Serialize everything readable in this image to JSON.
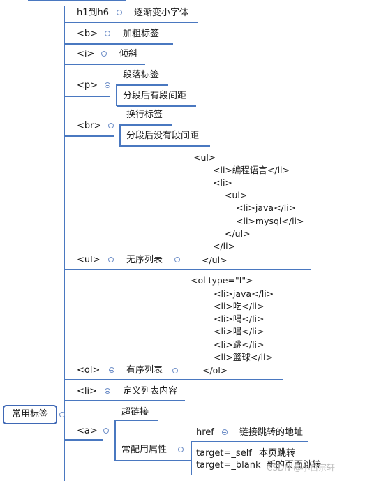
{
  "root": {
    "label": "常用标签"
  },
  "branches": [
    {
      "tag": "h1到h6",
      "desc": "逐渐变小字体"
    },
    {
      "tag": "<b>",
      "desc": "加粗标签"
    },
    {
      "tag": "<i>",
      "desc": "倾斜"
    },
    {
      "tag": "<p>",
      "descs": [
        "段落标签",
        "分段后有段间距"
      ]
    },
    {
      "tag": "<br>",
      "descs": [
        "换行标签",
        "分段后没有段间距"
      ]
    },
    {
      "tag": "<ul>",
      "desc": "无序列表"
    },
    {
      "tag": "<ol>",
      "desc": "有序列表"
    },
    {
      "tag": "<li>",
      "desc": "定义列表内容"
    },
    {
      "tag": "<a>",
      "children": [
        {
          "label": "超链接"
        },
        {
          "label": "常配用属性",
          "attrs": [
            {
              "name": "href",
              "desc": "链接跳转的地址"
            },
            {
              "name": "target=_self",
              "desc": "本页跳转"
            },
            {
              "name": "target=_blank",
              "desc": "新的页面跳转"
            }
          ]
        }
      ]
    }
  ],
  "ul_example": [
    "<ul>",
    "<li>编程语言</li>",
    "<li>",
    "<ul>",
    "<li>java</li>",
    "<li>mysql</li>",
    "</ul>",
    "</li>",
    "</ul>"
  ],
  "ol_example": [
    "<ol type=\"I\">",
    "<li>java</li>",
    "<li>吃</li>",
    "<li>喝</li>",
    "<li>唱</li>",
    "<li>跳</li>",
    "<li>篮球</li>",
    "</ol>"
  ],
  "watermark": "CSDN @小白宗轩",
  "colors": {
    "line": "#4a78c0",
    "root_border": "#3f68b5"
  }
}
